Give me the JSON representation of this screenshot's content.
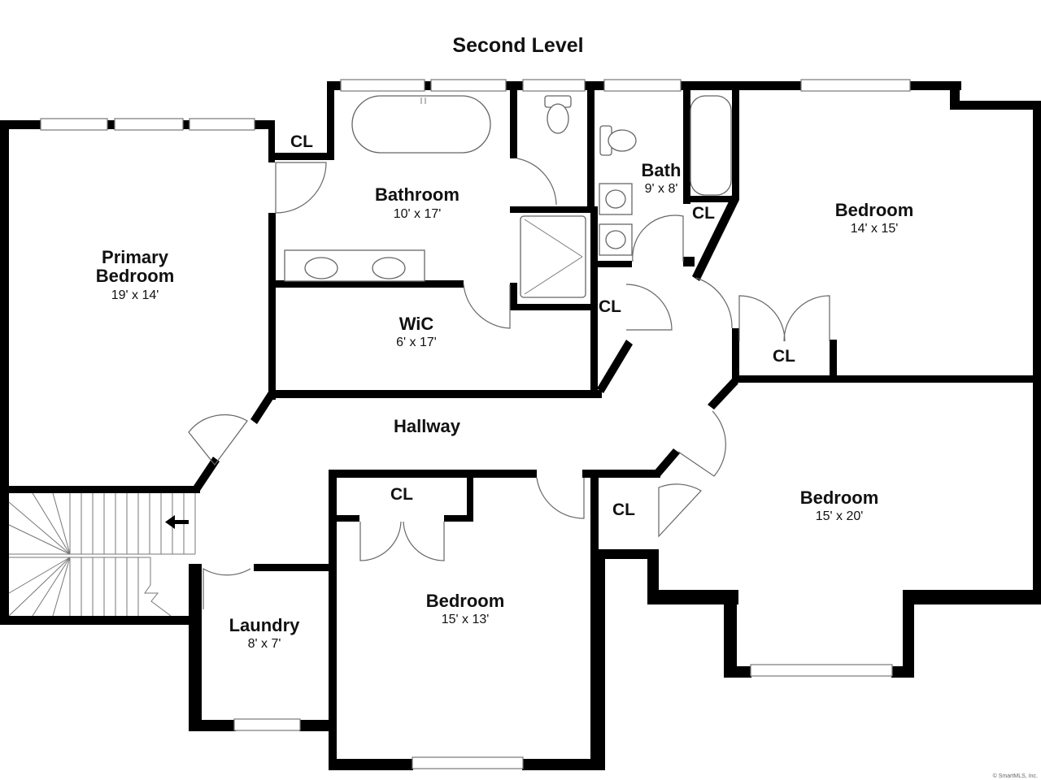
{
  "title": "Second Level",
  "rooms": {
    "primary_bedroom": {
      "name_line1": "Primary",
      "name_line2": "Bedroom",
      "dims": "19' x 14'"
    },
    "bathroom": {
      "name": "Bathroom",
      "dims": "10' x 17'"
    },
    "wic": {
      "name": "WiC",
      "dims": "6' x 17'"
    },
    "bath": {
      "name": "Bath",
      "dims": "9' x 8'"
    },
    "bedroom_ne": {
      "name": "Bedroom",
      "dims": "14' x 15'"
    },
    "bedroom_se": {
      "name": "Bedroom",
      "dims": "15' x 20'"
    },
    "bedroom_s": {
      "name": "Bedroom",
      "dims": "15' x 13'"
    },
    "laundry": {
      "name": "Laundry",
      "dims": "8' x 7'"
    },
    "hallway": {
      "name": "Hallway"
    }
  },
  "closets": {
    "primary": "CL",
    "bath": "CL",
    "hall": "CL",
    "bedroom_ne": "CL",
    "bedroom_s": "CL",
    "bedroom_se": "CL"
  },
  "credit": "© SmartMLS, Inc."
}
